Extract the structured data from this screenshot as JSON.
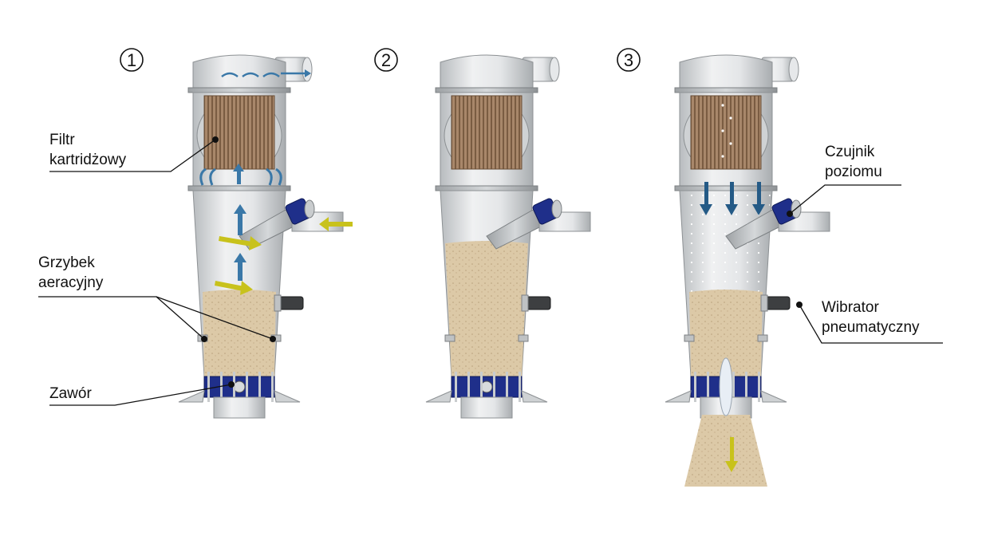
{
  "stages": [
    {
      "number": "1"
    },
    {
      "number": "2"
    },
    {
      "number": "3"
    }
  ],
  "labels": {
    "filter": [
      "Filtr",
      "kartridżowy"
    ],
    "aeration": [
      "Grzybek",
      "aeracyjny"
    ],
    "valve": [
      "Zawór"
    ],
    "level_sensor": [
      "Czujnik",
      "poziomu"
    ],
    "vibrator": [
      "Wibrator",
      "pneumatyczny"
    ]
  },
  "colors": {
    "body": "#d9dcde",
    "filter": "#9c7a5a",
    "powder": "#d8c4a2",
    "valve": "#1f2f8a",
    "air_arrow": "#3a78a8",
    "material_arrow": "#c8c21c",
    "dark_arrow": "#245a86"
  }
}
